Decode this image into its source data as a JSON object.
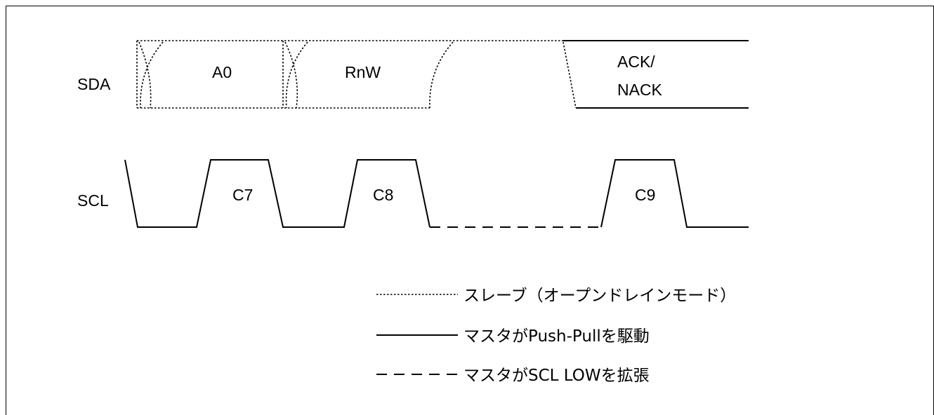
{
  "signals": {
    "sda": "SDA",
    "scl": "SCL"
  },
  "sda_fields": {
    "a0": "A0",
    "rnw": "RnW",
    "ack_line1": "ACK/",
    "ack_line2": "NACK"
  },
  "scl_pulses": {
    "c7": "C7",
    "c8": "C8",
    "c9": "C9"
  },
  "legend": {
    "dotted": "スレーブ（オープンドレインモード）",
    "solid": "マスタがPush-Pullを駆動",
    "dashed": "マスタがSCL LOWを拡張"
  }
}
